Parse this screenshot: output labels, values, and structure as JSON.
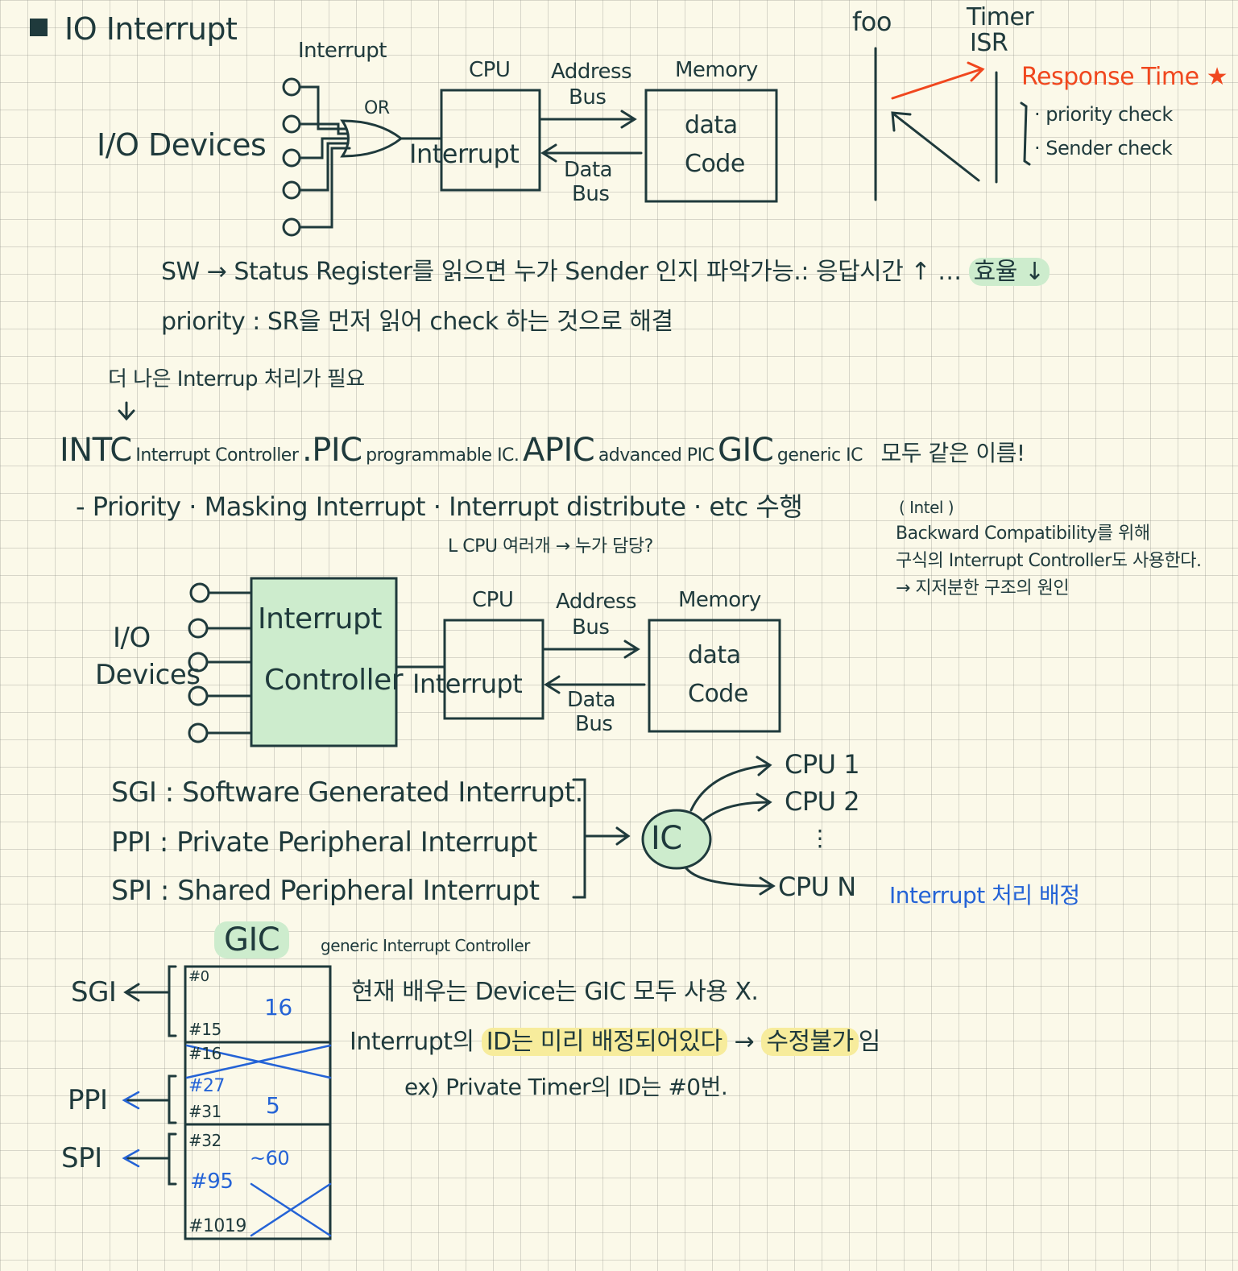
{
  "section1": {
    "title": "IO Interrupt",
    "io_devices": "I/O Devices",
    "interrupt_label": "Interrupt",
    "or_label": "OR",
    "cpu": "CPU",
    "cpu_interrupt": "Interrupt",
    "address_bus": "Address",
    "address_bus2": "Bus",
    "data_bus": "Data",
    "data_bus2": "Bus",
    "memory": "Memory",
    "mem_data": "data",
    "mem_code": "Code"
  },
  "timing": {
    "foo": "foo",
    "timer": "Timer",
    "isr": "ISR",
    "response_time": "Response Time ★",
    "priority_check": "· priority check",
    "sender_check": "· Sender check"
  },
  "notes1": {
    "line1": "SW → Status Register를 읽으면 누가 Sender 인지 파악가능.: 응답시간 ↑ …",
    "line1_hl": "효율 ↓",
    "line2": "priority : SR을 먼저 읽어 check 하는 것으로 해결",
    "line3": "더 나은 Interrup 처리가 필요",
    "arrow_down": "↓"
  },
  "controllers": {
    "intc": "INTC",
    "intc_sub": "Interrupt Controller",
    "pic": ".PIC",
    "pic_sub": "programmable IC.",
    "apic": "APIC",
    "apic_sub": "advanced PIC",
    "gic": "GIC",
    "gic_sub": "generic IC",
    "same_name": "모두 같은 이름!",
    "roles": "- Priority · Masking Interrupt · Interrupt distribute · etc 수행",
    "cpu_many": "L CPU 여러개 → 누가 담당?"
  },
  "intel_note": {
    "l1": "( Intel )",
    "l2": "Backward Compatibility를 위해",
    "l3": "구식의 Interrupt Controller도 사용한다.",
    "l4": "→ 지저분한 구조의 원인"
  },
  "section2": {
    "io": "I/O",
    "devices": "Devices",
    "ic_line1": "Interrupt",
    "ic_line2": "Controller",
    "cpu": "CPU",
    "cpu_interrupt": "Interrupt",
    "address_bus": "Address",
    "address_bus2": "Bus",
    "data_bus": "Data",
    "data_bus2": "Bus",
    "memory": "Memory",
    "mem_data": "data",
    "mem_code": "Code"
  },
  "types": {
    "sgi": "SGI : Software Generated Interrupt.",
    "ppi": "PPI : Private Peripheral Interrupt",
    "spi": "SPI : Shared Peripheral Interrupt",
    "ic": "IC",
    "cpu1": "CPU 1",
    "cpu2": "CPU 2",
    "dots": "⋮",
    "cpun": "CPU N",
    "dispatch": "Interrupt 처리 배정"
  },
  "gic": {
    "title": "GIC",
    "subtitle": "generic Interrupt Controller",
    "sgi": "SGI",
    "ppi": "PPI",
    "spi": "SPI",
    "n0": "#0",
    "n15": "#15",
    "n16": "#16",
    "n27": "#27",
    "n31": "#31",
    "n32": "#32",
    "n95": "#95",
    "n1019": "#1019",
    "c16": "16",
    "c5": "5",
    "c60": "~60",
    "note1": "현재 배우는 Device는 GIC 모두 사용 X.",
    "note2a": "Interrupt의",
    "note2_hl": "ID는 미리 배정되어있다",
    "note2b": "→",
    "note2_hl2": "수정불가",
    "note2c": "임",
    "note3": "ex) Private Timer의 ID는 #0번."
  },
  "colors": {
    "ink": "#1f3a3c",
    "blue": "#2463d6",
    "orange": "#f0471e",
    "green": "#cdeccd",
    "yellow": "#f7ec9c"
  }
}
